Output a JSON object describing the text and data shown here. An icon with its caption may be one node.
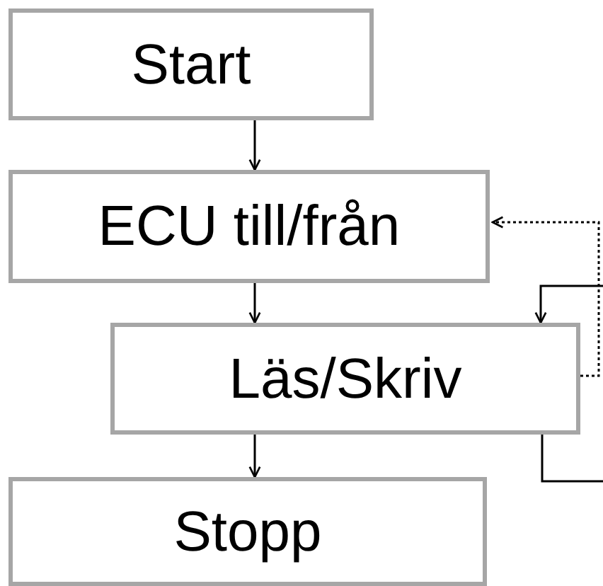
{
  "diagram": {
    "nodes": [
      {
        "text": [
          "Start"
        ]
      },
      {
        "text": [
          "ECU till/från"
        ]
      },
      {
        "text": [
          "Läs/Skriv"
        ]
      },
      {
        "text": [
          "Stopp"
        ]
      }
    ],
    "edges": [
      {
        "from": 0,
        "to": 1,
        "arrow": "to"
      },
      {
        "from": 1,
        "to": 2,
        "arrow": "to"
      },
      {
        "from": 2,
        "to": 3,
        "arrow": "to"
      },
      {
        "from": 2,
        "to": 1,
        "arrow": "to",
        "style": "dashed"
      },
      {
        "from": 2,
        "to": null,
        "arrow": "none"
      },
      {
        "from": null,
        "to": 2,
        "arrow": "to"
      }
    ]
  }
}
